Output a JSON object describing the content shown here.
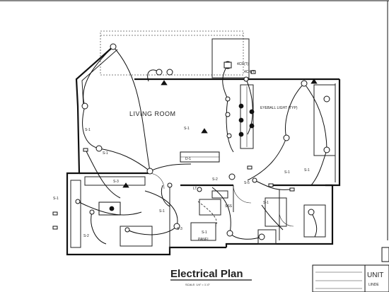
{
  "plan": {
    "room_label": "LIVING ROOM",
    "annotations": {
      "eyeball": "EYEBALL LIGHT (TYP)",
      "fixture_top": "4CR(T)",
      "fixture_mid": "4CR(T)",
      "s1": "S-1",
      "s2": "S-1",
      "s3": "S-1",
      "s4": "S-1",
      "s5": "S-1",
      "s6": "S-1",
      "s7": "S-1",
      "s8": "S-1",
      "sa": "S-2",
      "sb": "S-2",
      "sc": "S-3",
      "sd": "S-3",
      "cabinet": "D-1",
      "stair": "S-5",
      "sss": "SSS",
      "lt": "LT",
      "unit_box_a": "S-1",
      "unit_box_b": "PANEL"
    }
  },
  "title_block": {
    "title": "Electrical Plan",
    "scale": "SCALE: 1/4\" = 1'-0\"",
    "unit": "UNIT",
    "sub": "LINDE"
  }
}
